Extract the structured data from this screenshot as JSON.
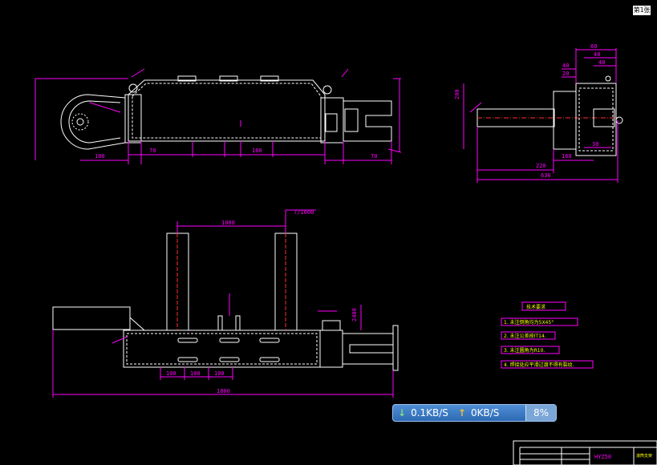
{
  "corner_label": "第1张",
  "dimensions": {
    "front_bottom_widths": [
      "100",
      "70",
      "160",
      "70"
    ],
    "top_overall": "2400",
    "top_inner": "1000",
    "top_roughness": "7/1000",
    "side_overall": "630",
    "side_sub": "220",
    "side_sub2": "160",
    "side_height": "200",
    "bottom_overall": "1800",
    "bottom_sub": [
      "100",
      "100",
      "100"
    ],
    "side_small_dims": [
      "60",
      "40",
      "40",
      "40",
      "20",
      "30"
    ]
  },
  "notes": {
    "heading": "技术要求",
    "items": [
      "1. 未注倒角均为5X45°",
      "2. 未注公差按IT14.",
      "3. 未注圆角为R10.",
      "4. 焊接处应平滑过渡不得有裂纹."
    ]
  },
  "title_block": {
    "drawing_no": "HYZ50",
    "extra": "滚筒支架"
  },
  "net_widget": {
    "download": "0.1KB/S",
    "upload": "0KB/S",
    "cpu": "8%",
    "download_icon": "down-arrow-icon",
    "upload_icon": "up-arrow-icon"
  },
  "colors": {
    "background": "#000000",
    "outline": "#ffffff",
    "dimension": "#ff00ff",
    "center": "#ff3030"
  }
}
